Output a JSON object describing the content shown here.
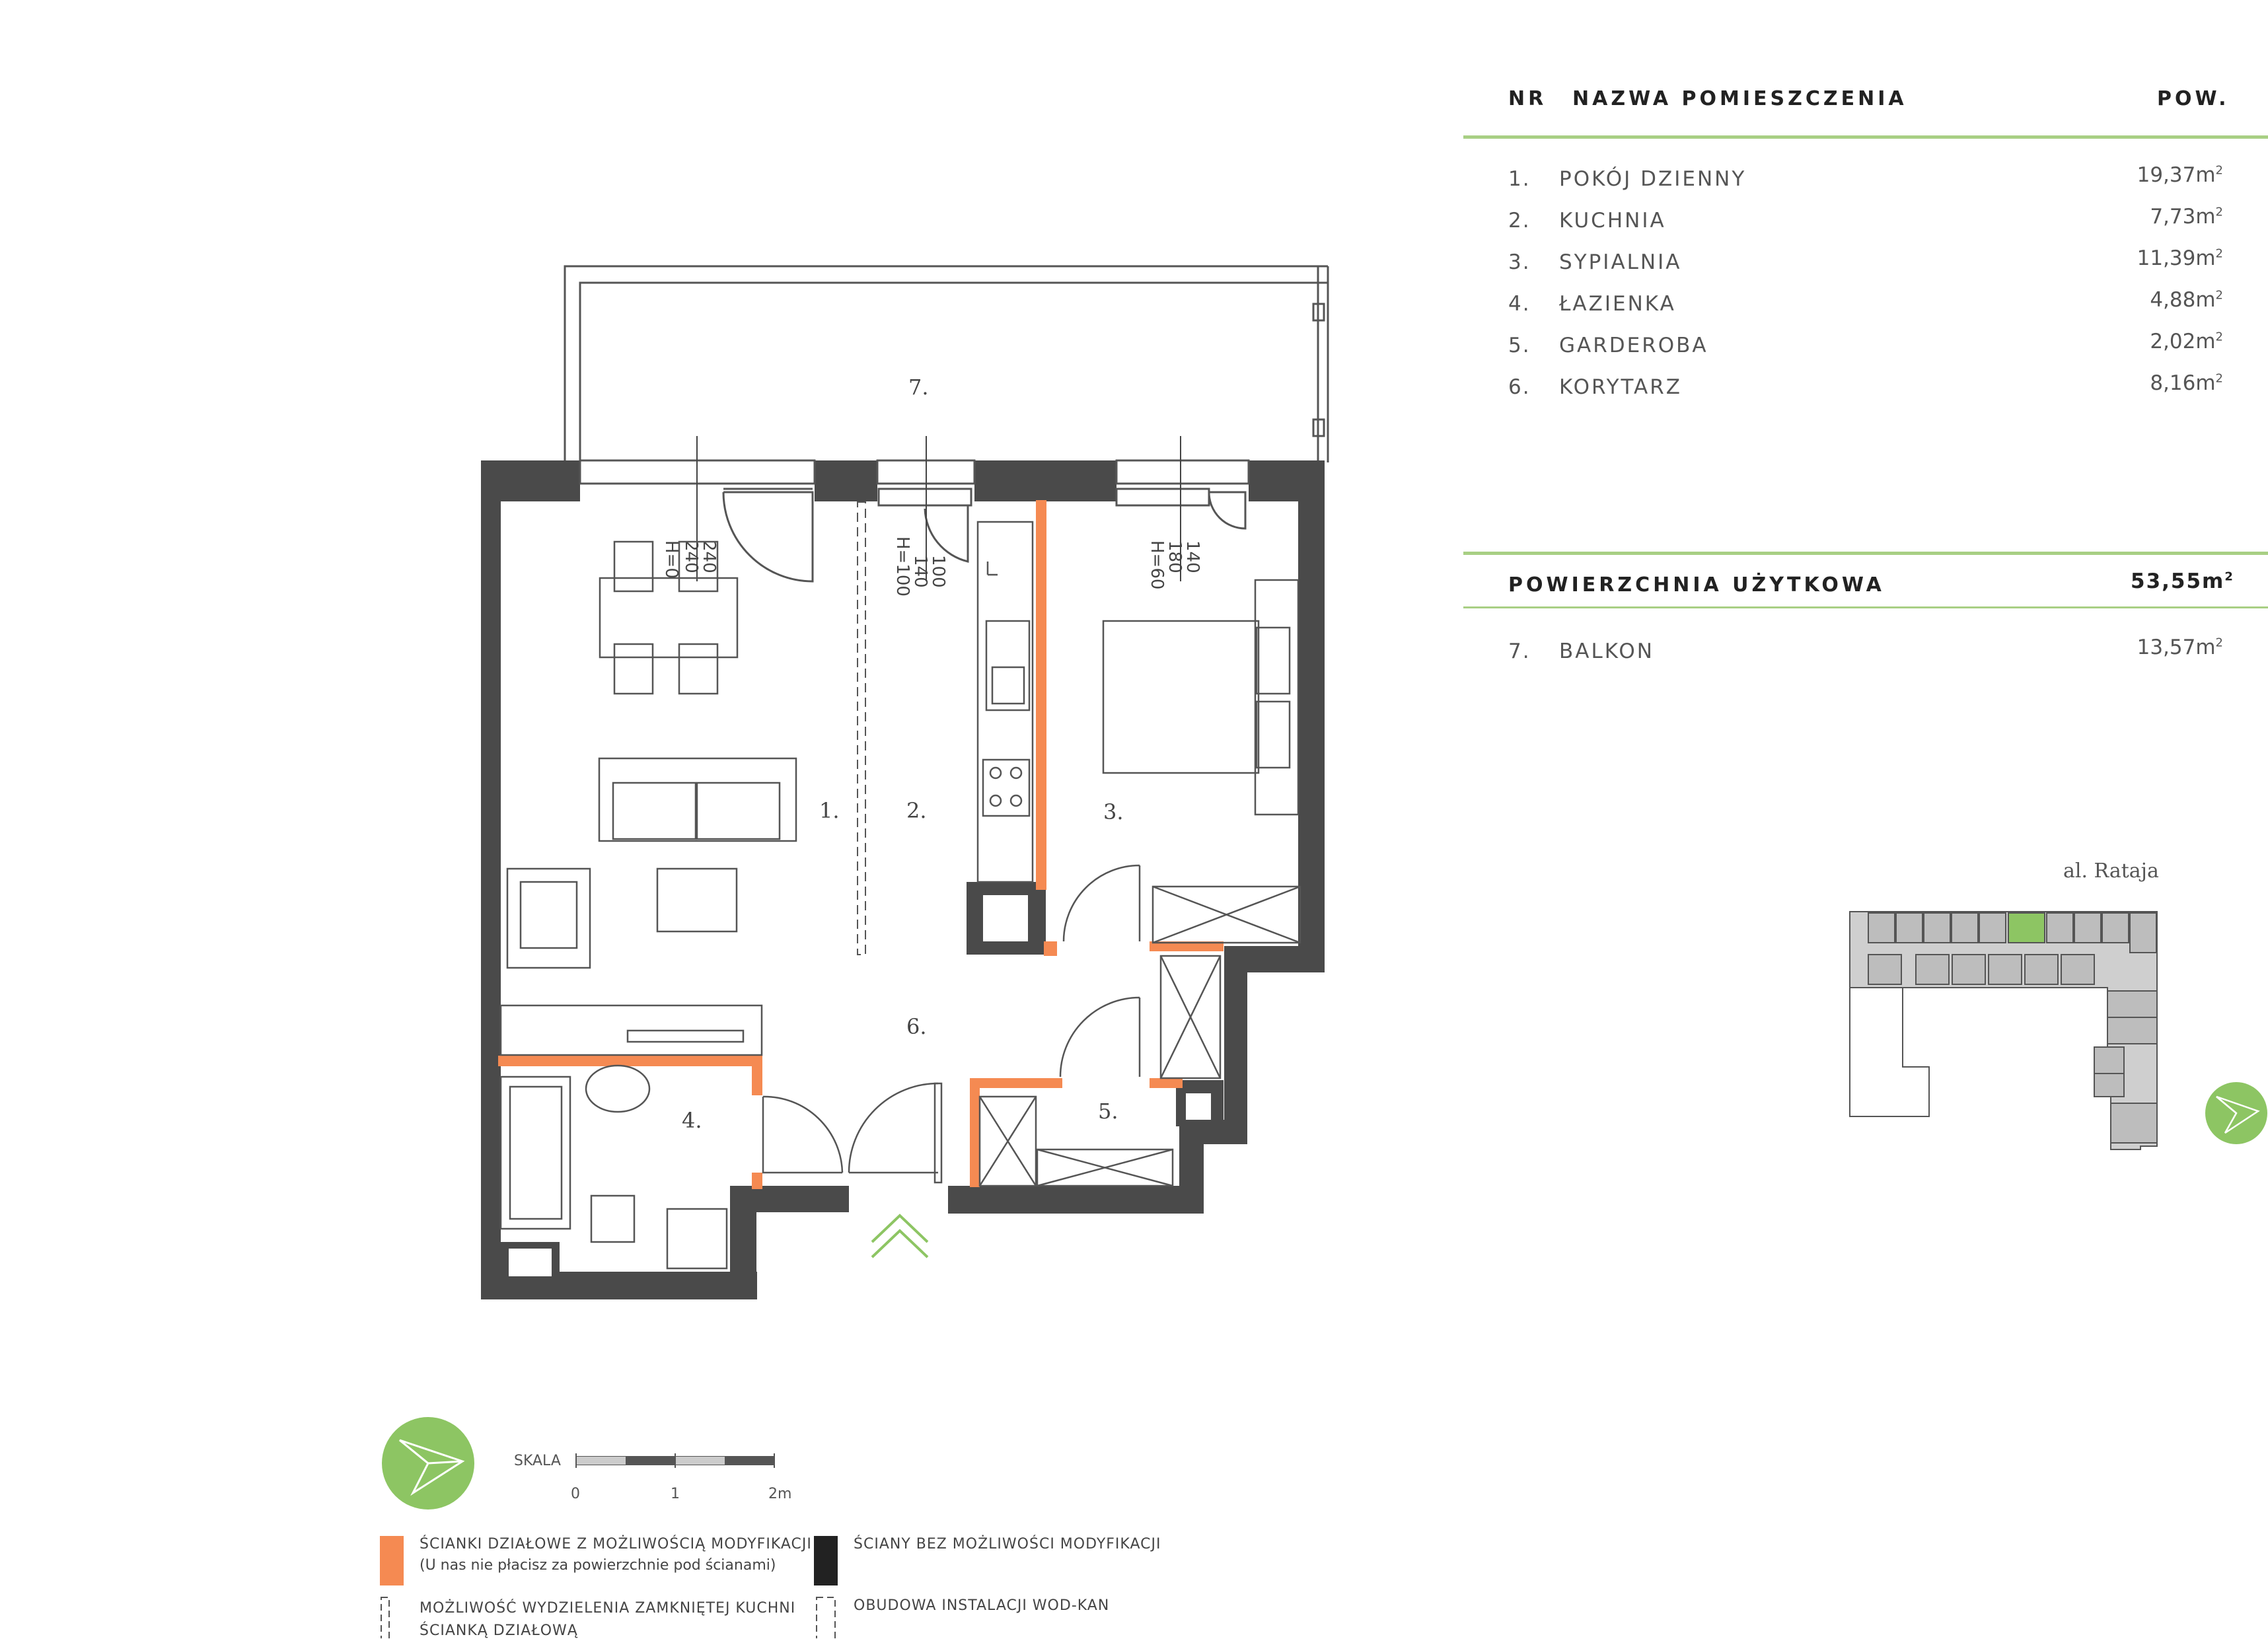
{
  "table": {
    "col_nr": "NR",
    "col_name": "NAZWA POMIESZCZENIA",
    "col_area": "POW.",
    "rooms": [
      {
        "nr": "1.",
        "name": "POKÓJ DZIENNY",
        "area": "19,37m",
        "sup": "2"
      },
      {
        "nr": "2.",
        "name": "KUCHNIA",
        "area": "7,73m",
        "sup": "2"
      },
      {
        "nr": "3.",
        "name": "SYPIALNIA",
        "area": "11,39m",
        "sup": "2"
      },
      {
        "nr": "4.",
        "name": "ŁAZIENKA",
        "area": "4,88m",
        "sup": "2"
      },
      {
        "nr": "5.",
        "name": "GARDEROBA",
        "area": "2,02m",
        "sup": "2"
      },
      {
        "nr": "6.",
        "name": "KORYTARZ",
        "area": "8,16m",
        "sup": "2"
      }
    ],
    "total_label": "POWIERZCHNIA UŻYTKOWA",
    "total_value": "53,55m",
    "total_sup": "2",
    "balcony": {
      "nr": "7.",
      "name": "BALKON",
      "area": "13,57m",
      "sup": "2"
    }
  },
  "plan": {
    "room_labels": [
      "1.",
      "2.",
      "3.",
      "4.",
      "5.",
      "6.",
      "7."
    ],
    "window_1": {
      "w1": "240",
      "w2": "240",
      "h": "H=0"
    },
    "window_2": {
      "w1": "100",
      "w2": "140",
      "h": "H=100"
    },
    "window_3": {
      "w1": "140",
      "w2": "180",
      "h": "H=60"
    }
  },
  "scale": {
    "label": "SKALA",
    "ticks": [
      "0",
      "1",
      "2m"
    ]
  },
  "keyplan": {
    "street": "al. Rataja"
  },
  "legend": {
    "orange_line1": "ŚCIANKI DZIAŁOWE Z MOŻLIWOŚCIĄ MODYFIKACJI",
    "orange_line2": "(U nas nie płacisz za powierzchnie pod ścianami)",
    "black": "ŚCIANY BEZ MOŻLIWOŚCI MODYFIKACJI",
    "kitchen_line1": "MOŻLIWOŚĆ WYDZIELENIA ZAMKNIĘTEJ KUCHNI",
    "kitchen_line2": "ŚCIANKĄ DZIAŁOWĄ",
    "wodkan": "OBUDOWA INSTALACJI WOD-KAN"
  },
  "colors": {
    "wall": "#4a4a4a",
    "modifiable_wall": "#f58a52",
    "accent_green": "#8dc563",
    "line_green": "#a8cf84",
    "highlight_unit": "#8dc563"
  },
  "icons": [
    "compass-icon",
    "entrance-arrow-icon",
    "compass-small-icon"
  ]
}
